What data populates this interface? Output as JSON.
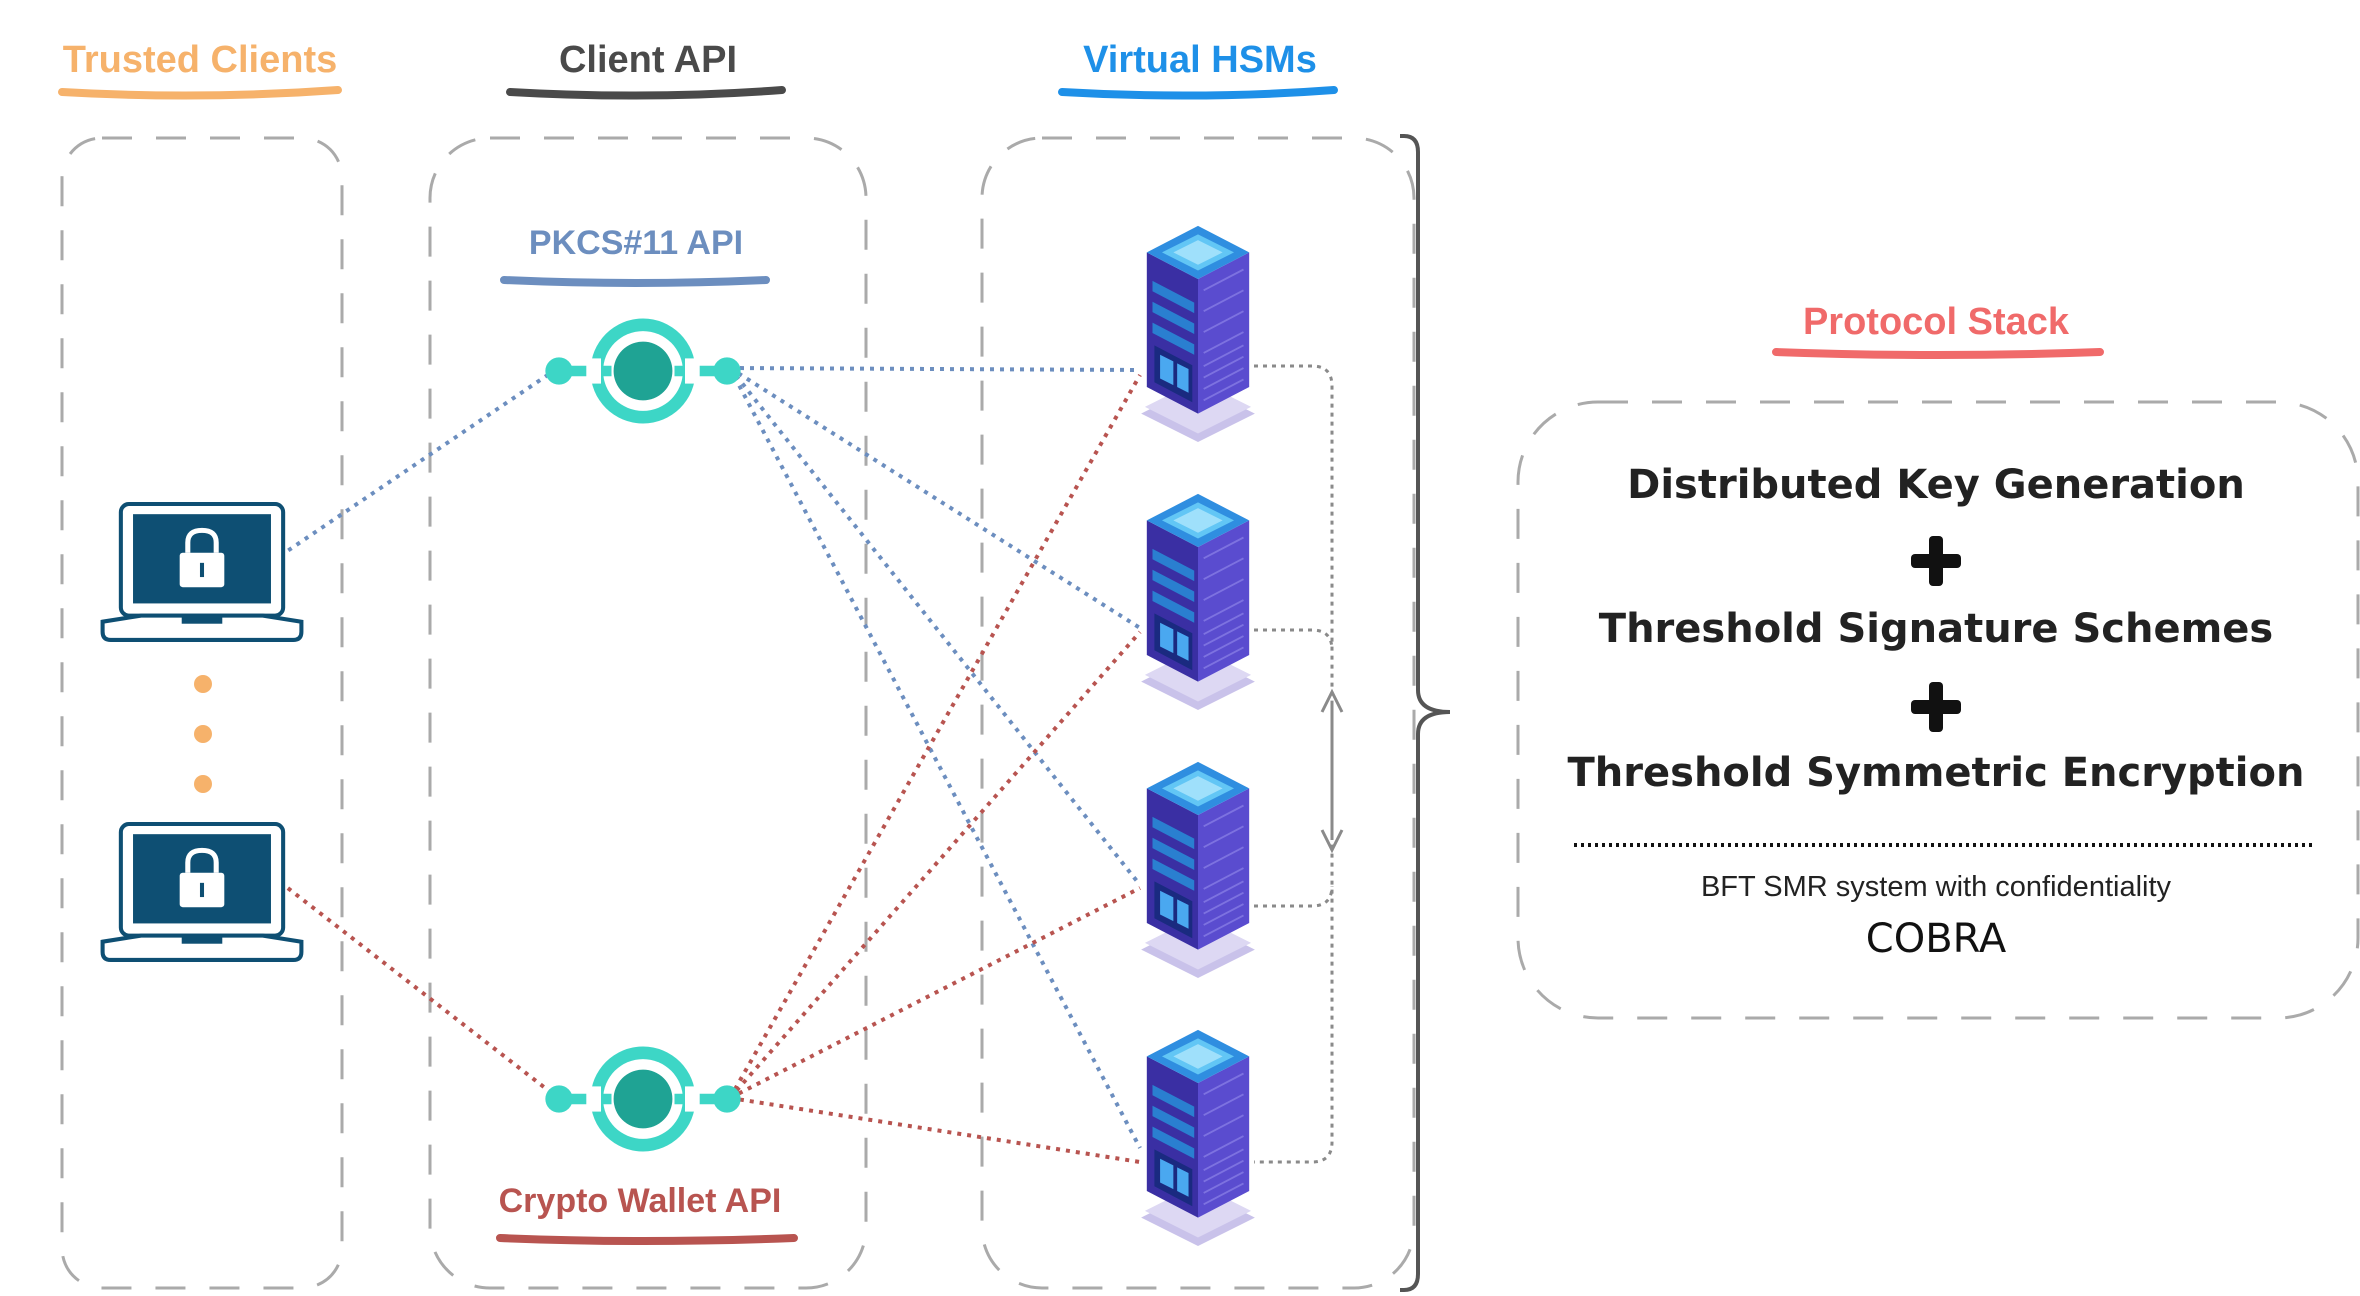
{
  "columns": {
    "trusted_clients": "Trusted Clients",
    "client_api": "Client API",
    "virtual_hsms": "Virtual HSMs"
  },
  "apis": {
    "pkcs11": "PKCS#11 API",
    "crypto_wallet": "Crypto Wallet API"
  },
  "protocol_stack": {
    "title": "Protocol Stack",
    "layers": [
      "Distributed Key Generation",
      "Threshold Signature Schemes",
      "Threshold Symmetric Encryption"
    ],
    "base_caption": "BFT SMR system with confidentiality",
    "base_name": "COBRA"
  },
  "colors": {
    "trusted_clients": "#f6b26b",
    "client_api": "#4a4a4a",
    "virtual_hsms": "#1e90e8",
    "pkcs11": "#6c8ebf",
    "crypto_wallet": "#b85450",
    "protocol_stack": "#f06a6a",
    "api_node": "#3dd6c6",
    "laptop": "#0e4f73"
  },
  "icons": {
    "client": "laptop-lock-icon",
    "hsm": "server-rack-icon",
    "api": "api-node-icon"
  }
}
